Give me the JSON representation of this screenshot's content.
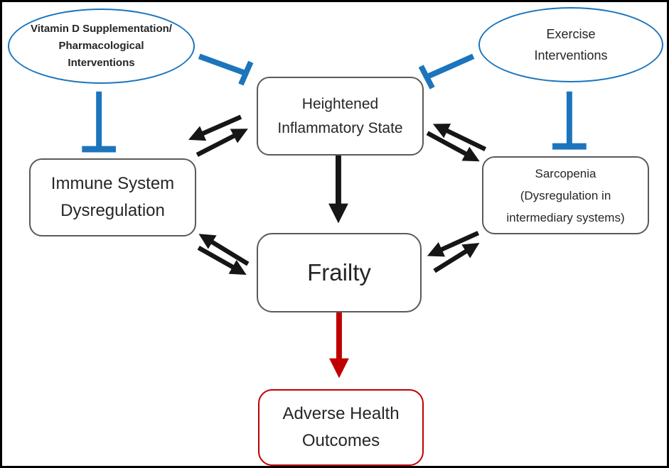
{
  "diagram": {
    "nodes": {
      "vitamin": {
        "lines": [
          "Vitamin D Supplementation/",
          "Pharmacological",
          "Interventions"
        ]
      },
      "exercise": {
        "lines": [
          "Exercise",
          "Interventions"
        ]
      },
      "inflammatory": {
        "lines": [
          "Heightened",
          "Inflammatory State"
        ]
      },
      "immune": {
        "lines": [
          "Immune System",
          "Dysregulation"
        ]
      },
      "sarcopenia": {
        "lines": [
          "Sarcopenia",
          "(Dysregulation in",
          "intermediary systems)"
        ]
      },
      "frailty": {
        "lines": [
          "Frailty"
        ]
      },
      "adverse": {
        "lines": [
          "Adverse Health",
          "Outcomes"
        ]
      }
    },
    "colors": {
      "inhibition_blue": "#1c75bc",
      "arrow_black": "#161616",
      "outcome_red": "#c00000",
      "box_border": "#5a5a5a",
      "text": "#262626"
    },
    "edges": [
      {
        "from": "vitamin",
        "to": "immune",
        "type": "inhibits"
      },
      {
        "from": "vitamin",
        "to": "inflammatory",
        "type": "inhibits"
      },
      {
        "from": "exercise",
        "to": "inflammatory",
        "type": "inhibits"
      },
      {
        "from": "exercise",
        "to": "sarcopenia",
        "type": "inhibits"
      },
      {
        "from": "immune",
        "to": "inflammatory",
        "type": "bidirectional"
      },
      {
        "from": "inflammatory",
        "to": "sarcopenia",
        "type": "bidirectional"
      },
      {
        "from": "inflammatory",
        "to": "frailty",
        "type": "promotes"
      },
      {
        "from": "immune",
        "to": "frailty",
        "type": "bidirectional"
      },
      {
        "from": "sarcopenia",
        "to": "frailty",
        "type": "bidirectional"
      },
      {
        "from": "frailty",
        "to": "adverse",
        "type": "leads_to"
      }
    ]
  }
}
